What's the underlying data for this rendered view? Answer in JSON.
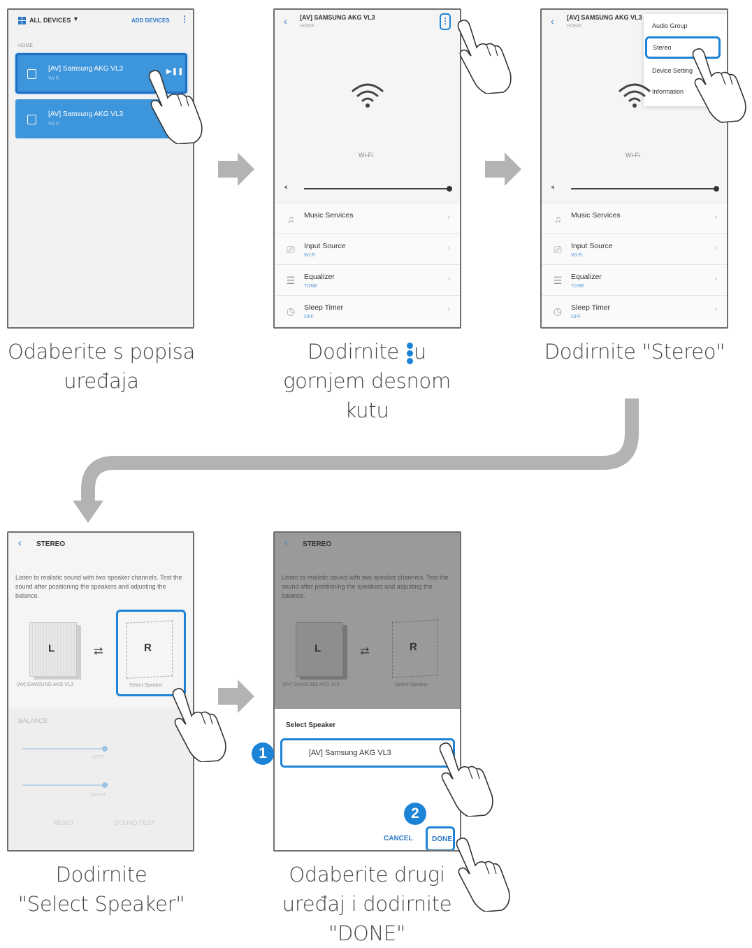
{
  "screen1": {
    "header_devices": "ALL DEVICES",
    "header_add": "ADD DEVICES",
    "section": "HOME",
    "device1_name": "[AV] Samsung AKG VL3",
    "device1_sub": "Wi-Fi",
    "device2_name": "[AV] Samsung AKG VL3",
    "device2_sub": "Wi-Fi"
  },
  "screen2": {
    "title": "[AV] SAMSUNG AKG VL3",
    "subtitle": "HOME",
    "wifi_label": "Wi-Fi",
    "rows": [
      {
        "label": "Music Services",
        "sub": ""
      },
      {
        "label": "Input Source",
        "sub": "Wi-Fi"
      },
      {
        "label": "Equalizer",
        "sub": "TONE"
      },
      {
        "label": "Sleep Timer",
        "sub": "OFF"
      }
    ],
    "volume": 1.0
  },
  "screen3": {
    "title": "[AV] SAMSUNG AKG VL3",
    "subtitle": "HOME",
    "wifi_label": "Wi-Fi",
    "menu": [
      "Audio Group",
      "Stereo",
      "Device Setting",
      "Information"
    ],
    "rows": [
      {
        "label": "Music Services",
        "sub": ""
      },
      {
        "label": "Input Source",
        "sub": "Wi-Fi"
      },
      {
        "label": "Equalizer",
        "sub": "TONE"
      },
      {
        "label": "Sleep Timer",
        "sub": "OFF"
      }
    ]
  },
  "screen4": {
    "title": "STEREO",
    "description": "Listen to realistic sound with two speaker channels. Test the sound after positioning the speakers and adjusting the balance.",
    "left_letter": "L",
    "right_letter": "R",
    "left_name": "[AV] SAMSUNG AKG VL3",
    "right_name": "Select Speaker",
    "balance": "BALANCE",
    "left_label": "LEFT",
    "right_label": "RIGHT",
    "reset": "RESET",
    "sound_test": "SOUND TEST"
  },
  "screen5": {
    "title": "STEREO",
    "description": "Listen to realistic sound with two speaker channels. Test the sound after positioning the speakers and adjusting the balance.",
    "left_letter": "L",
    "right_letter": "R",
    "left_name": "[AV] SAMSUNG AKG VL3",
    "right_name": "Select Speaker",
    "dialog_title": "Select Speaker",
    "option": "[AV] Samsung AKG VL3",
    "cancel": "CANCEL",
    "done": "DONE",
    "badge1": "1",
    "badge2": "2"
  },
  "captions": {
    "c1_line1": "Odaberite s popisa",
    "c1_line2": "uređaja",
    "c2_line1a": "Dodirnite",
    "c2_line1b": "u",
    "c2_line2": "gornjem desnom",
    "c2_line3": "kutu",
    "c3_line1": "Dodirnite \"Stereo\"",
    "c4_line1": "Dodirnite",
    "c4_line2": "\"Select Speaker\"",
    "c5_line1": "Odaberite drugi",
    "c5_line2": "uređaj i dodirnite",
    "c5_line3": "\"DONE\""
  },
  "colors": {
    "accent": "#2f78c8",
    "device_card": "#3d95db",
    "badge": "#1c83d6",
    "arrow": "#b3b3b3"
  }
}
